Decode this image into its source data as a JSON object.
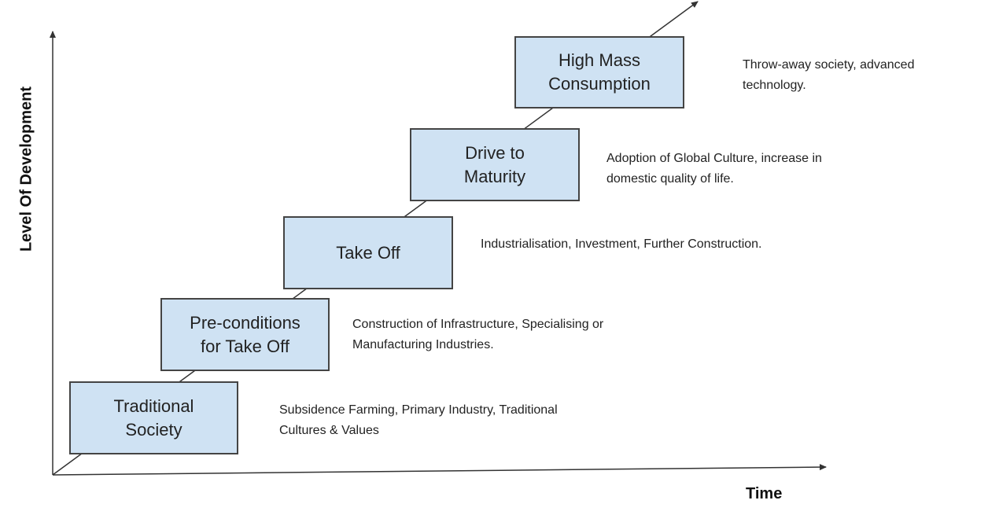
{
  "axes": {
    "y_label": "Level Of Development",
    "x_label": "Time"
  },
  "stages": [
    {
      "name": "Traditional\nSociety",
      "description": "Subsidence Farming, Primary Industry, Traditional\nCultures & Values"
    },
    {
      "name": "Pre-conditions\nfor Take Off",
      "description": "Construction of Infrastructure, Specialising or\nManufacturing Industries."
    },
    {
      "name": "Take Off",
      "description": "Industrialisation, Investment, Further Construction."
    },
    {
      "name": "Drive to\nMaturity",
      "description": "Adoption of Global Culture, increase in\ndomestic quality of life."
    },
    {
      "name": "High Mass\nConsumption",
      "description": "Throw-away society, advanced\ntechnology."
    }
  ],
  "colors": {
    "box_fill": "#cfe2f3",
    "box_border": "#444444",
    "line": "#333333"
  }
}
